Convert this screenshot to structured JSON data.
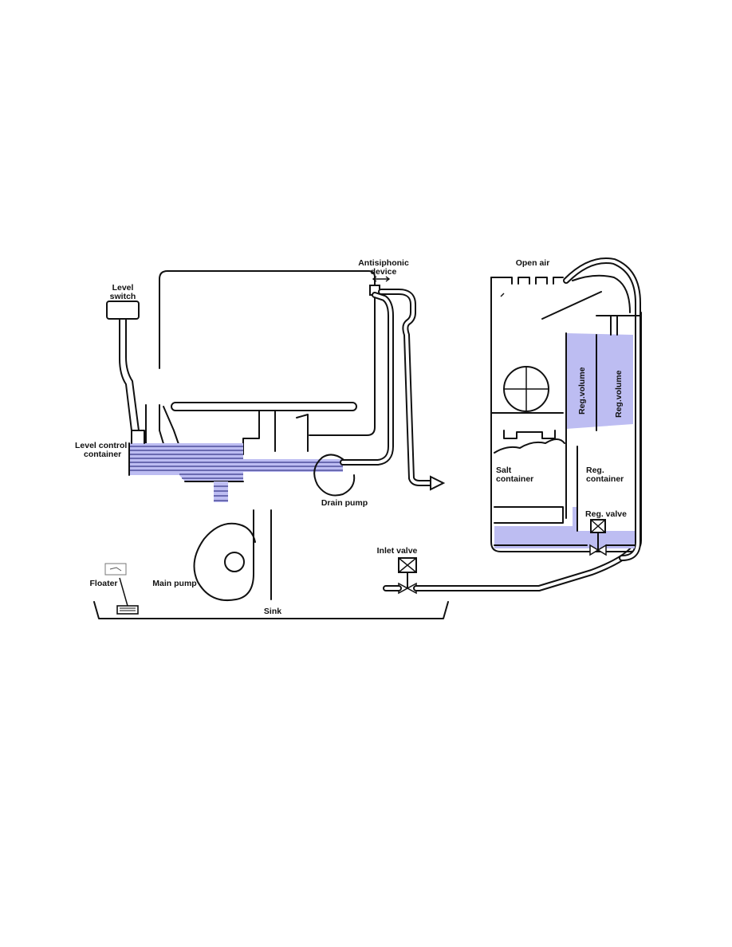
{
  "labels": {
    "level_switch_line1": "Level",
    "level_switch_line2": "switch",
    "level_control_line1": "Level control",
    "level_control_line2": "container",
    "antisiphonic_line1": "Antisiphonic",
    "antisiphonic_line2": "device",
    "drain_pump": "Drain pump",
    "main_pump": "Main pump",
    "floater": "Floater",
    "sink": "Sink",
    "inlet_valve": "Inlet valve",
    "open_air": "Open air",
    "reg_volume_1": "Reg.volume",
    "reg_volume_2": "Reg.volume",
    "salt_container_line1": "Salt",
    "salt_container_line2": "container",
    "reg_container_line1": "Reg.",
    "reg_container_line2": "container",
    "reg_valve": "Reg. valve"
  },
  "colors": {
    "water": "#bdbdf2",
    "line": "#111111",
    "background": "#ffffff"
  }
}
